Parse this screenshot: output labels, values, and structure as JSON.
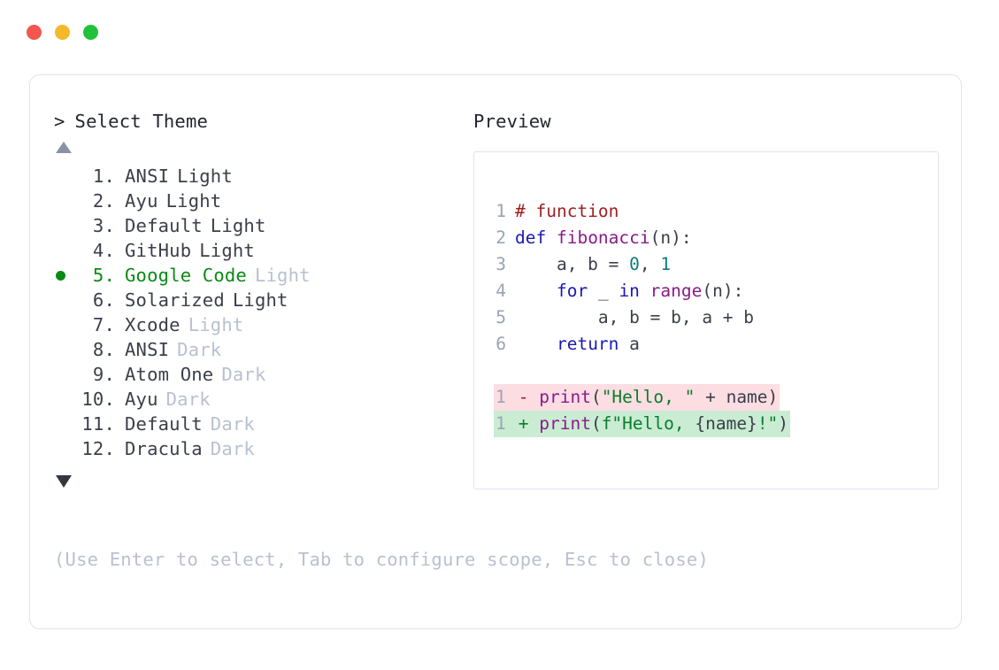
{
  "window": {
    "traffic_lights": [
      {
        "name": "close",
        "color": "#f2564f"
      },
      {
        "name": "minimize",
        "color": "#f5b828"
      },
      {
        "name": "maximize",
        "color": "#21c13a"
      }
    ]
  },
  "selector": {
    "prompt_caret": ">",
    "prompt_label": "Select Theme",
    "scroll_up_icon": "triangle-up-icon",
    "scroll_down_icon": "triangle-down-icon",
    "selected_index": 5,
    "selection_color": "#0a8a15",
    "items": [
      {
        "num": "1.",
        "name": "ANSI",
        "variant": "Light",
        "variant_muted": false,
        "selected": false
      },
      {
        "num": "2.",
        "name": "Ayu",
        "variant": "Light",
        "variant_muted": false,
        "selected": false
      },
      {
        "num": "3.",
        "name": "Default",
        "variant": "Light",
        "variant_muted": false,
        "selected": false
      },
      {
        "num": "4.",
        "name": "GitHub",
        "variant": "Light",
        "variant_muted": false,
        "selected": false
      },
      {
        "num": "5.",
        "name": "Google Code",
        "variant": "Light",
        "variant_muted": true,
        "selected": true
      },
      {
        "num": "6.",
        "name": "Solarized",
        "variant": "Light",
        "variant_muted": false,
        "selected": false
      },
      {
        "num": "7.",
        "name": "Xcode",
        "variant": "Light",
        "variant_muted": true,
        "selected": false
      },
      {
        "num": "8.",
        "name": "ANSI",
        "variant": "Dark",
        "variant_muted": true,
        "selected": false
      },
      {
        "num": "9.",
        "name": "Atom One",
        "variant": "Dark",
        "variant_muted": true,
        "selected": false
      },
      {
        "num": "10.",
        "name": "Ayu",
        "variant": "Dark",
        "variant_muted": true,
        "selected": false
      },
      {
        "num": "11.",
        "name": "Default",
        "variant": "Dark",
        "variant_muted": true,
        "selected": false
      },
      {
        "num": "12.",
        "name": "Dracula",
        "variant": "Dark",
        "variant_muted": true,
        "selected": false
      }
    ],
    "hint": "(Use Enter to select, Tab to configure scope, Esc to close)"
  },
  "preview": {
    "title": "Preview",
    "code_lines": [
      {
        "ln": "1",
        "tokens": [
          {
            "t": "# function",
            "c": "t-comment"
          }
        ]
      },
      {
        "ln": "2",
        "tokens": [
          {
            "t": "def ",
            "c": "t-kw"
          },
          {
            "t": "fibonacci",
            "c": "t-fn"
          },
          {
            "t": "(n):",
            "c": "t-plain"
          }
        ]
      },
      {
        "ln": "3",
        "tokens": [
          {
            "t": "    a, b = ",
            "c": "t-plain"
          },
          {
            "t": "0",
            "c": "t-num"
          },
          {
            "t": ", ",
            "c": "t-plain"
          },
          {
            "t": "1",
            "c": "t-num"
          }
        ]
      },
      {
        "ln": "4",
        "tokens": [
          {
            "t": "    ",
            "c": "t-plain"
          },
          {
            "t": "for",
            "c": "t-kw"
          },
          {
            "t": " _ ",
            "c": "t-plain"
          },
          {
            "t": "in",
            "c": "t-kw"
          },
          {
            "t": " ",
            "c": "t-plain"
          },
          {
            "t": "range",
            "c": "t-fn"
          },
          {
            "t": "(n):",
            "c": "t-plain"
          }
        ]
      },
      {
        "ln": "5",
        "tokens": [
          {
            "t": "        a, b = b, a + b",
            "c": "t-plain"
          }
        ]
      },
      {
        "ln": "6",
        "tokens": [
          {
            "t": "    ",
            "c": "t-plain"
          },
          {
            "t": "return",
            "c": "t-kw"
          },
          {
            "t": " a",
            "c": "t-plain"
          }
        ]
      }
    ],
    "diff_lines": [
      {
        "ln": "1",
        "kind": "del",
        "mark": "-",
        "tokens": [
          {
            "t": "print",
            "c": "t-fn"
          },
          {
            "t": "(",
            "c": "t-plain"
          },
          {
            "t": "\"Hello, \"",
            "c": "t-str"
          },
          {
            "t": " + name)",
            "c": "t-plain"
          }
        ]
      },
      {
        "ln": "1",
        "kind": "add",
        "mark": "+",
        "tokens": [
          {
            "t": "print",
            "c": "t-fn"
          },
          {
            "t": "(",
            "c": "t-plain"
          },
          {
            "t": "f\"Hello, ",
            "c": "t-str"
          },
          {
            "t": "{name}",
            "c": "t-plain"
          },
          {
            "t": "!\"",
            "c": "t-str"
          },
          {
            "t": ")",
            "c": "t-plain"
          }
        ]
      }
    ],
    "diff_colors": {
      "deleted_bg": "#fbdde2",
      "added_bg": "#c9ecd3"
    }
  }
}
